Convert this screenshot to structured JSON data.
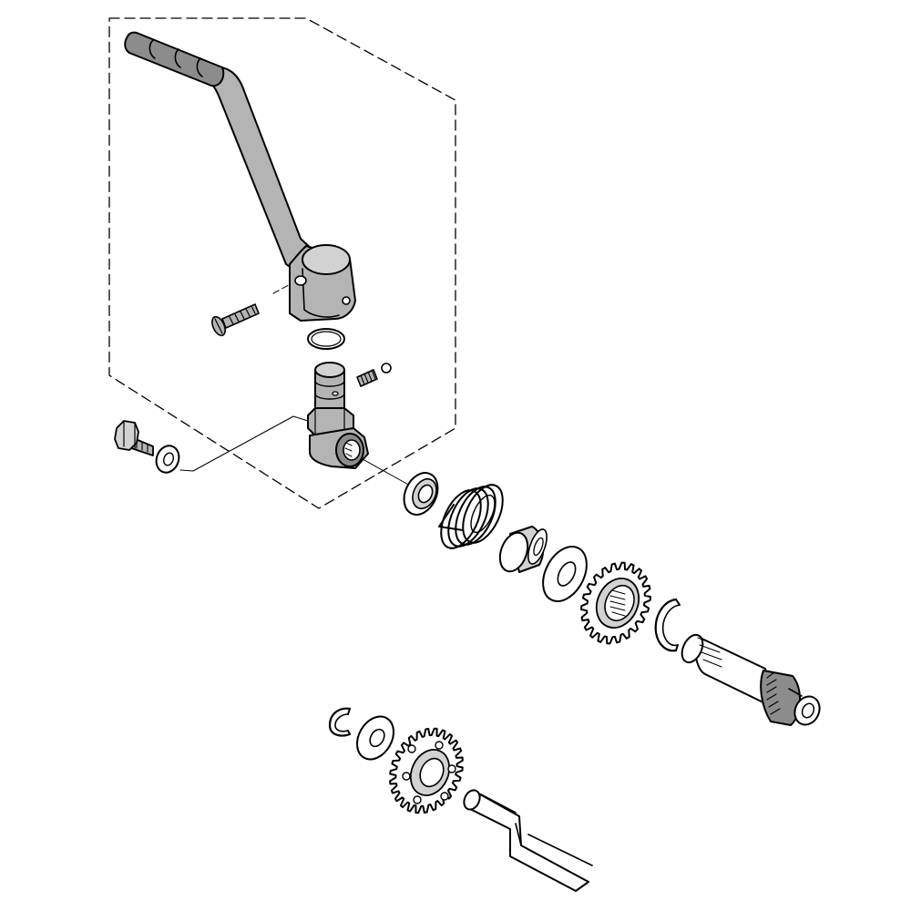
{
  "diagram": {
    "kind": "exploded-parts-view",
    "colors": {
      "line": "#000000",
      "background": "#ffffff",
      "part_fill": "#b4b4b4",
      "part_fill_light": "#d2d2d2",
      "part_fill_dark": "#8c8c8c"
    },
    "assembly_group_border": "dashed",
    "parts": [
      {
        "id": "kick-lever",
        "icon": "kick-start-lever-icon"
      },
      {
        "id": "lever-clamp-bolt",
        "icon": "countersunk-screw-icon"
      },
      {
        "id": "o-ring",
        "icon": "o-ring-icon"
      },
      {
        "id": "kick-pivot",
        "icon": "kick-pivot-shaft-icon"
      },
      {
        "id": "detent-spring",
        "icon": "spring-icon"
      },
      {
        "id": "detent-ball",
        "icon": "ball-icon"
      },
      {
        "id": "hex-bolt",
        "icon": "hex-bolt-icon"
      },
      {
        "id": "washer",
        "icon": "washer-icon"
      },
      {
        "id": "shaft-seal",
        "icon": "oil-seal-icon"
      },
      {
        "id": "return-spring",
        "icon": "torsion-spring-icon"
      },
      {
        "id": "spacer-bush",
        "icon": "bushing-icon"
      },
      {
        "id": "thrust-washer",
        "icon": "washer-icon"
      },
      {
        "id": "kick-gear",
        "icon": "gear-icon"
      },
      {
        "id": "circlip",
        "icon": "circlip-icon"
      },
      {
        "id": "kick-shaft",
        "icon": "splined-shaft-icon"
      },
      {
        "id": "idler-circlip",
        "icon": "circlip-icon"
      },
      {
        "id": "idler-washer",
        "icon": "washer-icon"
      },
      {
        "id": "idler-gear",
        "icon": "gear-icon"
      },
      {
        "id": "idler-shaft",
        "icon": "shaft-icon"
      }
    ]
  }
}
